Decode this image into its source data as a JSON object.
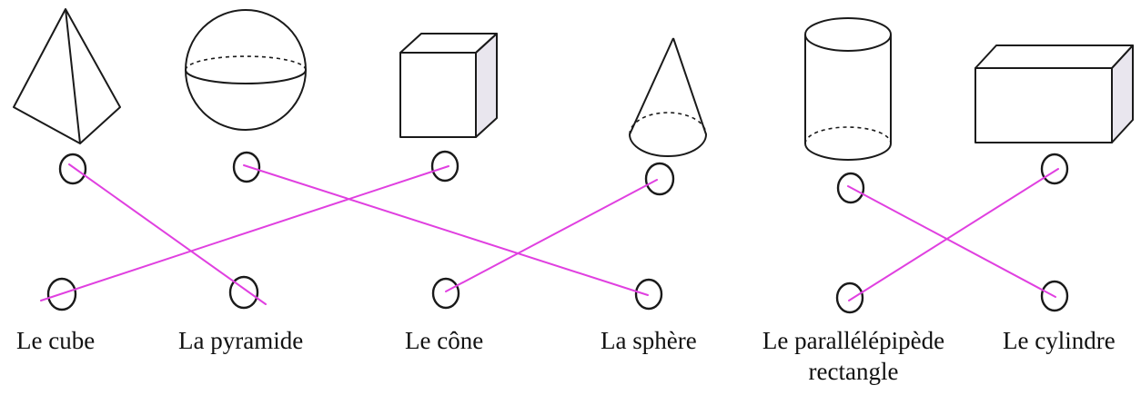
{
  "labels": {
    "cube": "Le cube",
    "pyramide": "La pyramide",
    "cone": "Le cône",
    "sphere": "La sphère",
    "parallelepipede_l1": "Le parallélépipède",
    "parallelepipede_l2": "rectangle",
    "cylindre": "Le cylindre"
  },
  "shapes_order": [
    "pyramid",
    "sphere",
    "cube",
    "cone",
    "cylinder",
    "rectangular-prism"
  ],
  "matches": [
    {
      "shape": "pyramid",
      "label": "La pyramide"
    },
    {
      "shape": "sphere",
      "label": "La sphère"
    },
    {
      "shape": "cube",
      "label": "Le cube"
    },
    {
      "shape": "cone",
      "label": "Le cône"
    },
    {
      "shape": "cylinder",
      "label": "Le cylindre"
    },
    {
      "shape": "rectangular-prism",
      "label": "Le parallélépipède rectangle"
    }
  ],
  "colors": {
    "line_color": "#e040e0",
    "outline": "#1a1a1a",
    "cube_side": "#e9e6ee",
    "prism_side": "#e9e6ee"
  }
}
